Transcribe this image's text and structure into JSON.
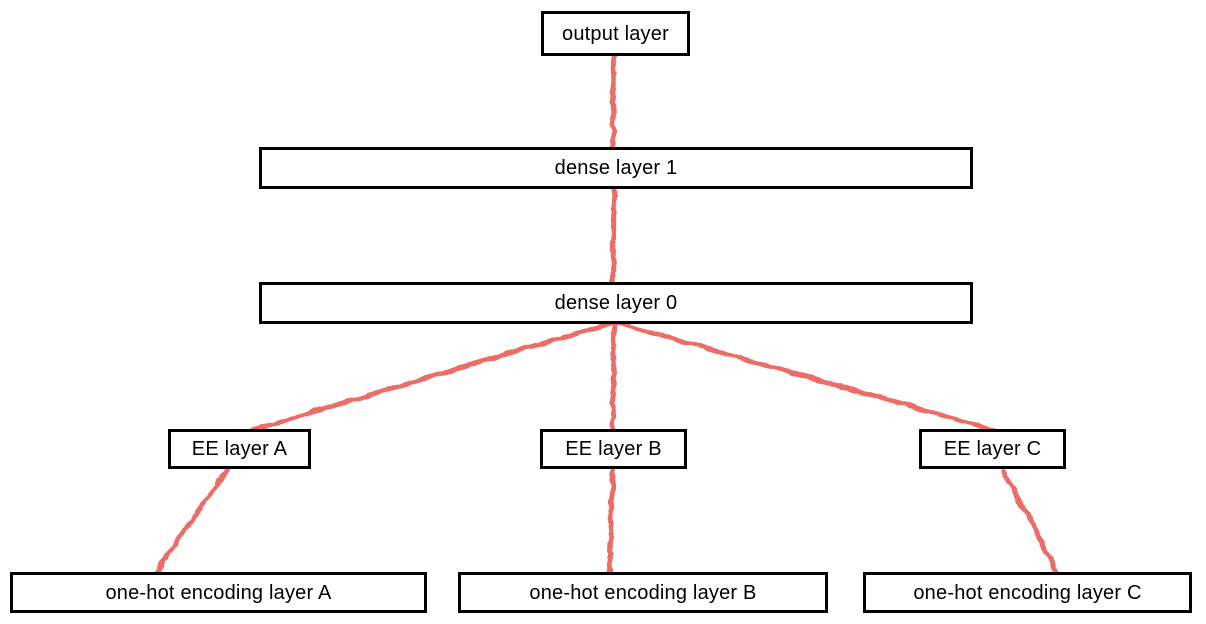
{
  "diagram": {
    "type": "neural-network-architecture",
    "nodes": [
      {
        "id": "output-layer",
        "label": "output layer"
      },
      {
        "id": "dense-layer-1",
        "label": "dense layer 1"
      },
      {
        "id": "dense-layer-0",
        "label": "dense layer 0"
      },
      {
        "id": "ee-layer-a",
        "label": "EE layer A"
      },
      {
        "id": "ee-layer-b",
        "label": "EE layer B"
      },
      {
        "id": "ee-layer-c",
        "label": "EE layer C"
      },
      {
        "id": "one-hot-a",
        "label": "one-hot encoding layer A"
      },
      {
        "id": "one-hot-b",
        "label": "one-hot encoding layer B"
      },
      {
        "id": "one-hot-c",
        "label": "one-hot encoding layer C"
      }
    ],
    "edges": [
      {
        "from": "output-layer",
        "to": "dense-layer-1"
      },
      {
        "from": "dense-layer-1",
        "to": "dense-layer-0"
      },
      {
        "from": "dense-layer-0",
        "to": "ee-layer-a"
      },
      {
        "from": "dense-layer-0",
        "to": "ee-layer-b"
      },
      {
        "from": "dense-layer-0",
        "to": "ee-layer-c"
      },
      {
        "from": "ee-layer-a",
        "to": "one-hot-a"
      },
      {
        "from": "ee-layer-b",
        "to": "one-hot-b"
      },
      {
        "from": "ee-layer-c",
        "to": "one-hot-c"
      }
    ],
    "colors": {
      "edge": "#ec6862",
      "box_border": "#000000",
      "box_fill": "#ffffff",
      "text": "#000000",
      "background": "#ffffff"
    }
  }
}
